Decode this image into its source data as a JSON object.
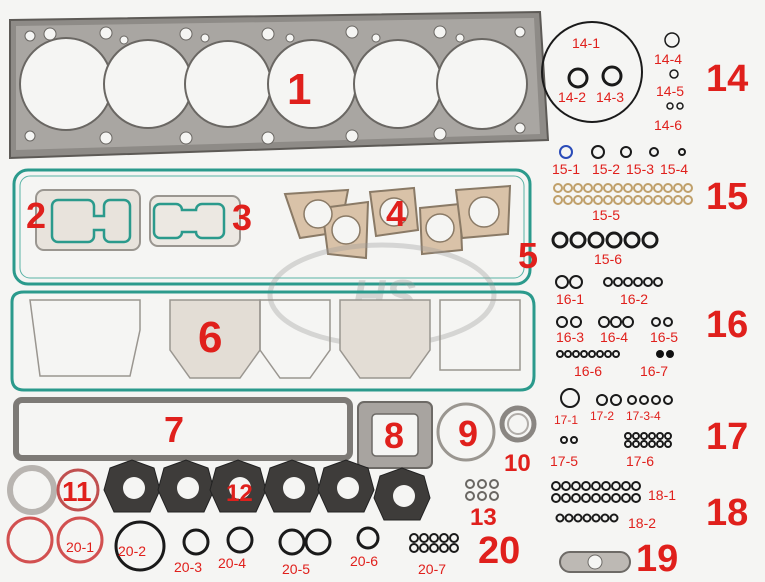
{
  "labels": {
    "p1": "1",
    "p2": "2",
    "p3": "3",
    "p4": "4",
    "p5": "5",
    "p6": "6",
    "p7": "7",
    "p8": "8",
    "p9": "9",
    "p10": "10",
    "p11": "11",
    "p12": "12",
    "p13": "13",
    "p14": "14",
    "p15": "15",
    "p16": "16",
    "p17": "17",
    "p18": "18",
    "p19": "19",
    "p20": "20"
  },
  "sub": {
    "s14_1": "14-1",
    "s14_2": "14-2",
    "s14_3": "14-3",
    "s14_4": "14-4",
    "s14_5": "14-5",
    "s14_6": "14-6",
    "s15_1": "15-1",
    "s15_2": "15-2",
    "s15_3": "15-3",
    "s15_4": "15-4",
    "s15_5": "15-5",
    "s15_6": "15-6",
    "s16_1": "16-1",
    "s16_2": "16-2",
    "s16_3": "16-3",
    "s16_4": "16-4",
    "s16_5": "16-5",
    "s16_6": "16-6",
    "s16_7": "16-7",
    "s17_1": "17-1",
    "s17_2": "17-2",
    "s17_34": "17-3-4",
    "s17_5": "17-5",
    "s17_6": "17-6",
    "s18_1": "18-1",
    "s18_2": "18-2",
    "s20_1": "20-1",
    "s20_2": "20-2",
    "s20_3": "20-3",
    "s20_4": "20-4",
    "s20_5": "20-5",
    "s20_6": "20-6",
    "s20_7": "20-7"
  },
  "colors": {
    "label_red": "#e0201c",
    "teal_gasket": "#2b9a8c",
    "metal_gray": "#8e8b87"
  }
}
